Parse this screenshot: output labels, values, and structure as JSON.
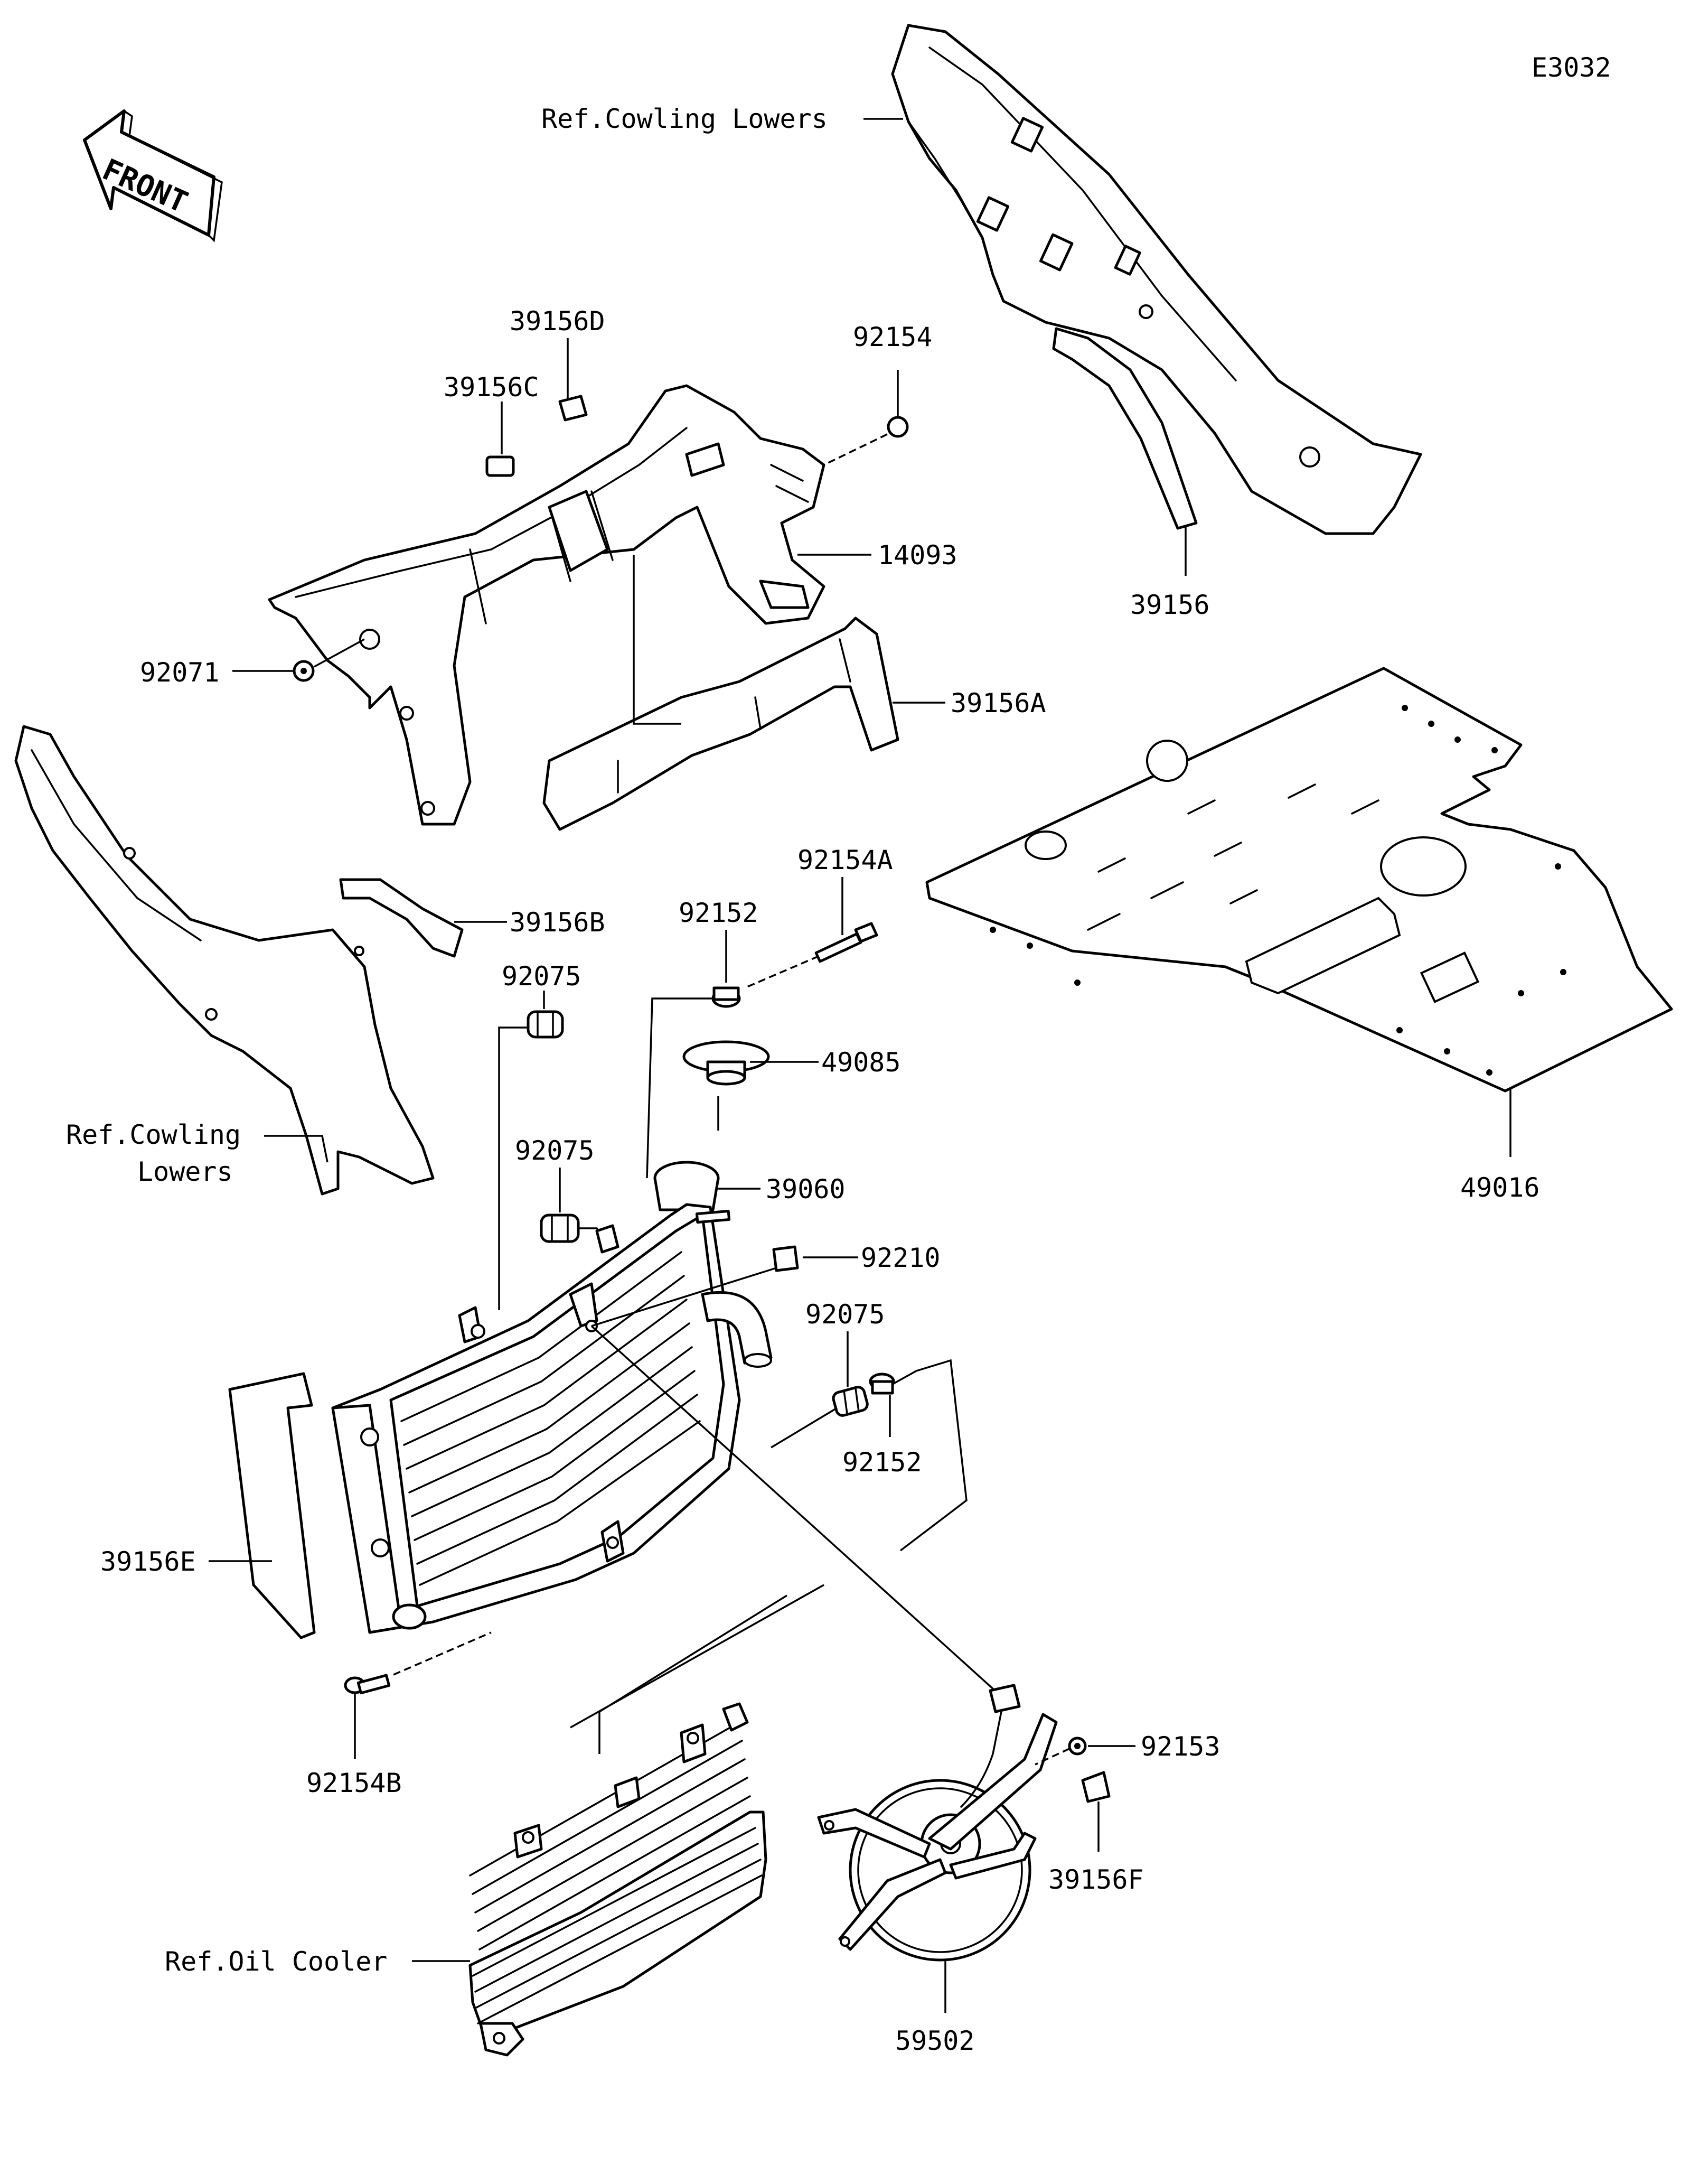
{
  "diagram_code": "E3032",
  "front_arrow": {
    "text": "FRONT",
    "icon": "front-direction-arrow-icon"
  },
  "callouts": [
    {
      "id": "ref-cowling-lowers-top",
      "text": "Ref.Cowling Lowers"
    },
    {
      "id": "39156D",
      "text": "39156D"
    },
    {
      "id": "39156C",
      "text": "39156C"
    },
    {
      "id": "92154",
      "text": "92154"
    },
    {
      "id": "14093",
      "text": "14093"
    },
    {
      "id": "92071",
      "text": "92071"
    },
    {
      "id": "39156",
      "text": "39156"
    },
    {
      "id": "39156A",
      "text": "39156A"
    },
    {
      "id": "49016",
      "text": "49016"
    },
    {
      "id": "39156B",
      "text": "39156B"
    },
    {
      "id": "92154A",
      "text": "92154A"
    },
    {
      "id": "92152-top",
      "text": "92152"
    },
    {
      "id": "92075-top",
      "text": "92075"
    },
    {
      "id": "49085",
      "text": "49085"
    },
    {
      "id": "ref-cowling-lowers-left-1",
      "text": "Ref.Cowling"
    },
    {
      "id": "ref-cowling-lowers-left-2",
      "text": "Lowers"
    },
    {
      "id": "92075-mid",
      "text": "92075"
    },
    {
      "id": "39060",
      "text": "39060"
    },
    {
      "id": "92210",
      "text": "92210"
    },
    {
      "id": "92075-right",
      "text": "92075"
    },
    {
      "id": "92152-right",
      "text": "92152"
    },
    {
      "id": "39156E",
      "text": "39156E"
    },
    {
      "id": "92154B",
      "text": "92154B"
    },
    {
      "id": "92153",
      "text": "92153"
    },
    {
      "id": "39156F",
      "text": "39156F"
    },
    {
      "id": "ref-oil-cooler",
      "text": "Ref.Oil Cooler"
    },
    {
      "id": "59502",
      "text": "59502"
    }
  ]
}
